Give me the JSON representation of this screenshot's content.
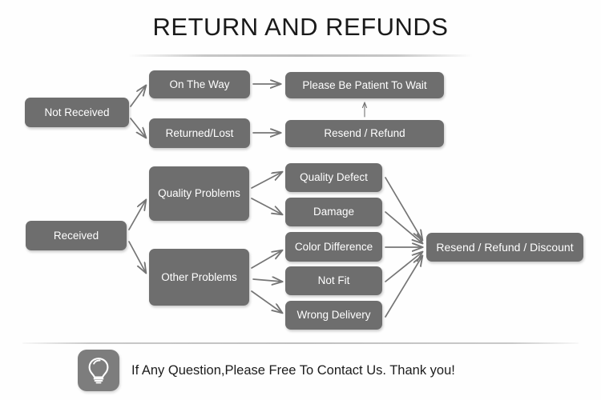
{
  "page": {
    "title": "RETURN AND REFUNDS",
    "background_color": "#ffffff",
    "node_color": "#6e6e6e",
    "node_text_color": "#ffffff",
    "arrow_color": "#757575",
    "title_color": "#1a1a1a"
  },
  "flow": {
    "nodes": {
      "not_received": "Not Received",
      "on_the_way": "On The Way",
      "returned_lost": "Returned/Lost",
      "please_be_patient": "Please Be Patient To Wait",
      "resend_refund": "Resend / Refund",
      "received": "Received",
      "quality_problems": "Quality Problems",
      "other_problems": "Other Problems",
      "quality_defect": "Quality Defect",
      "damage": "Damage",
      "color_difference": "Color Difference",
      "not_fit": "Not Fit",
      "wrong_delivery": "Wrong Delivery",
      "resend_refund_discount": "Resend / Refund / Discount"
    }
  },
  "footer": {
    "icon": "lightbulb-icon",
    "text": "If Any Question,Please Free To Contact Us. Thank you!"
  }
}
